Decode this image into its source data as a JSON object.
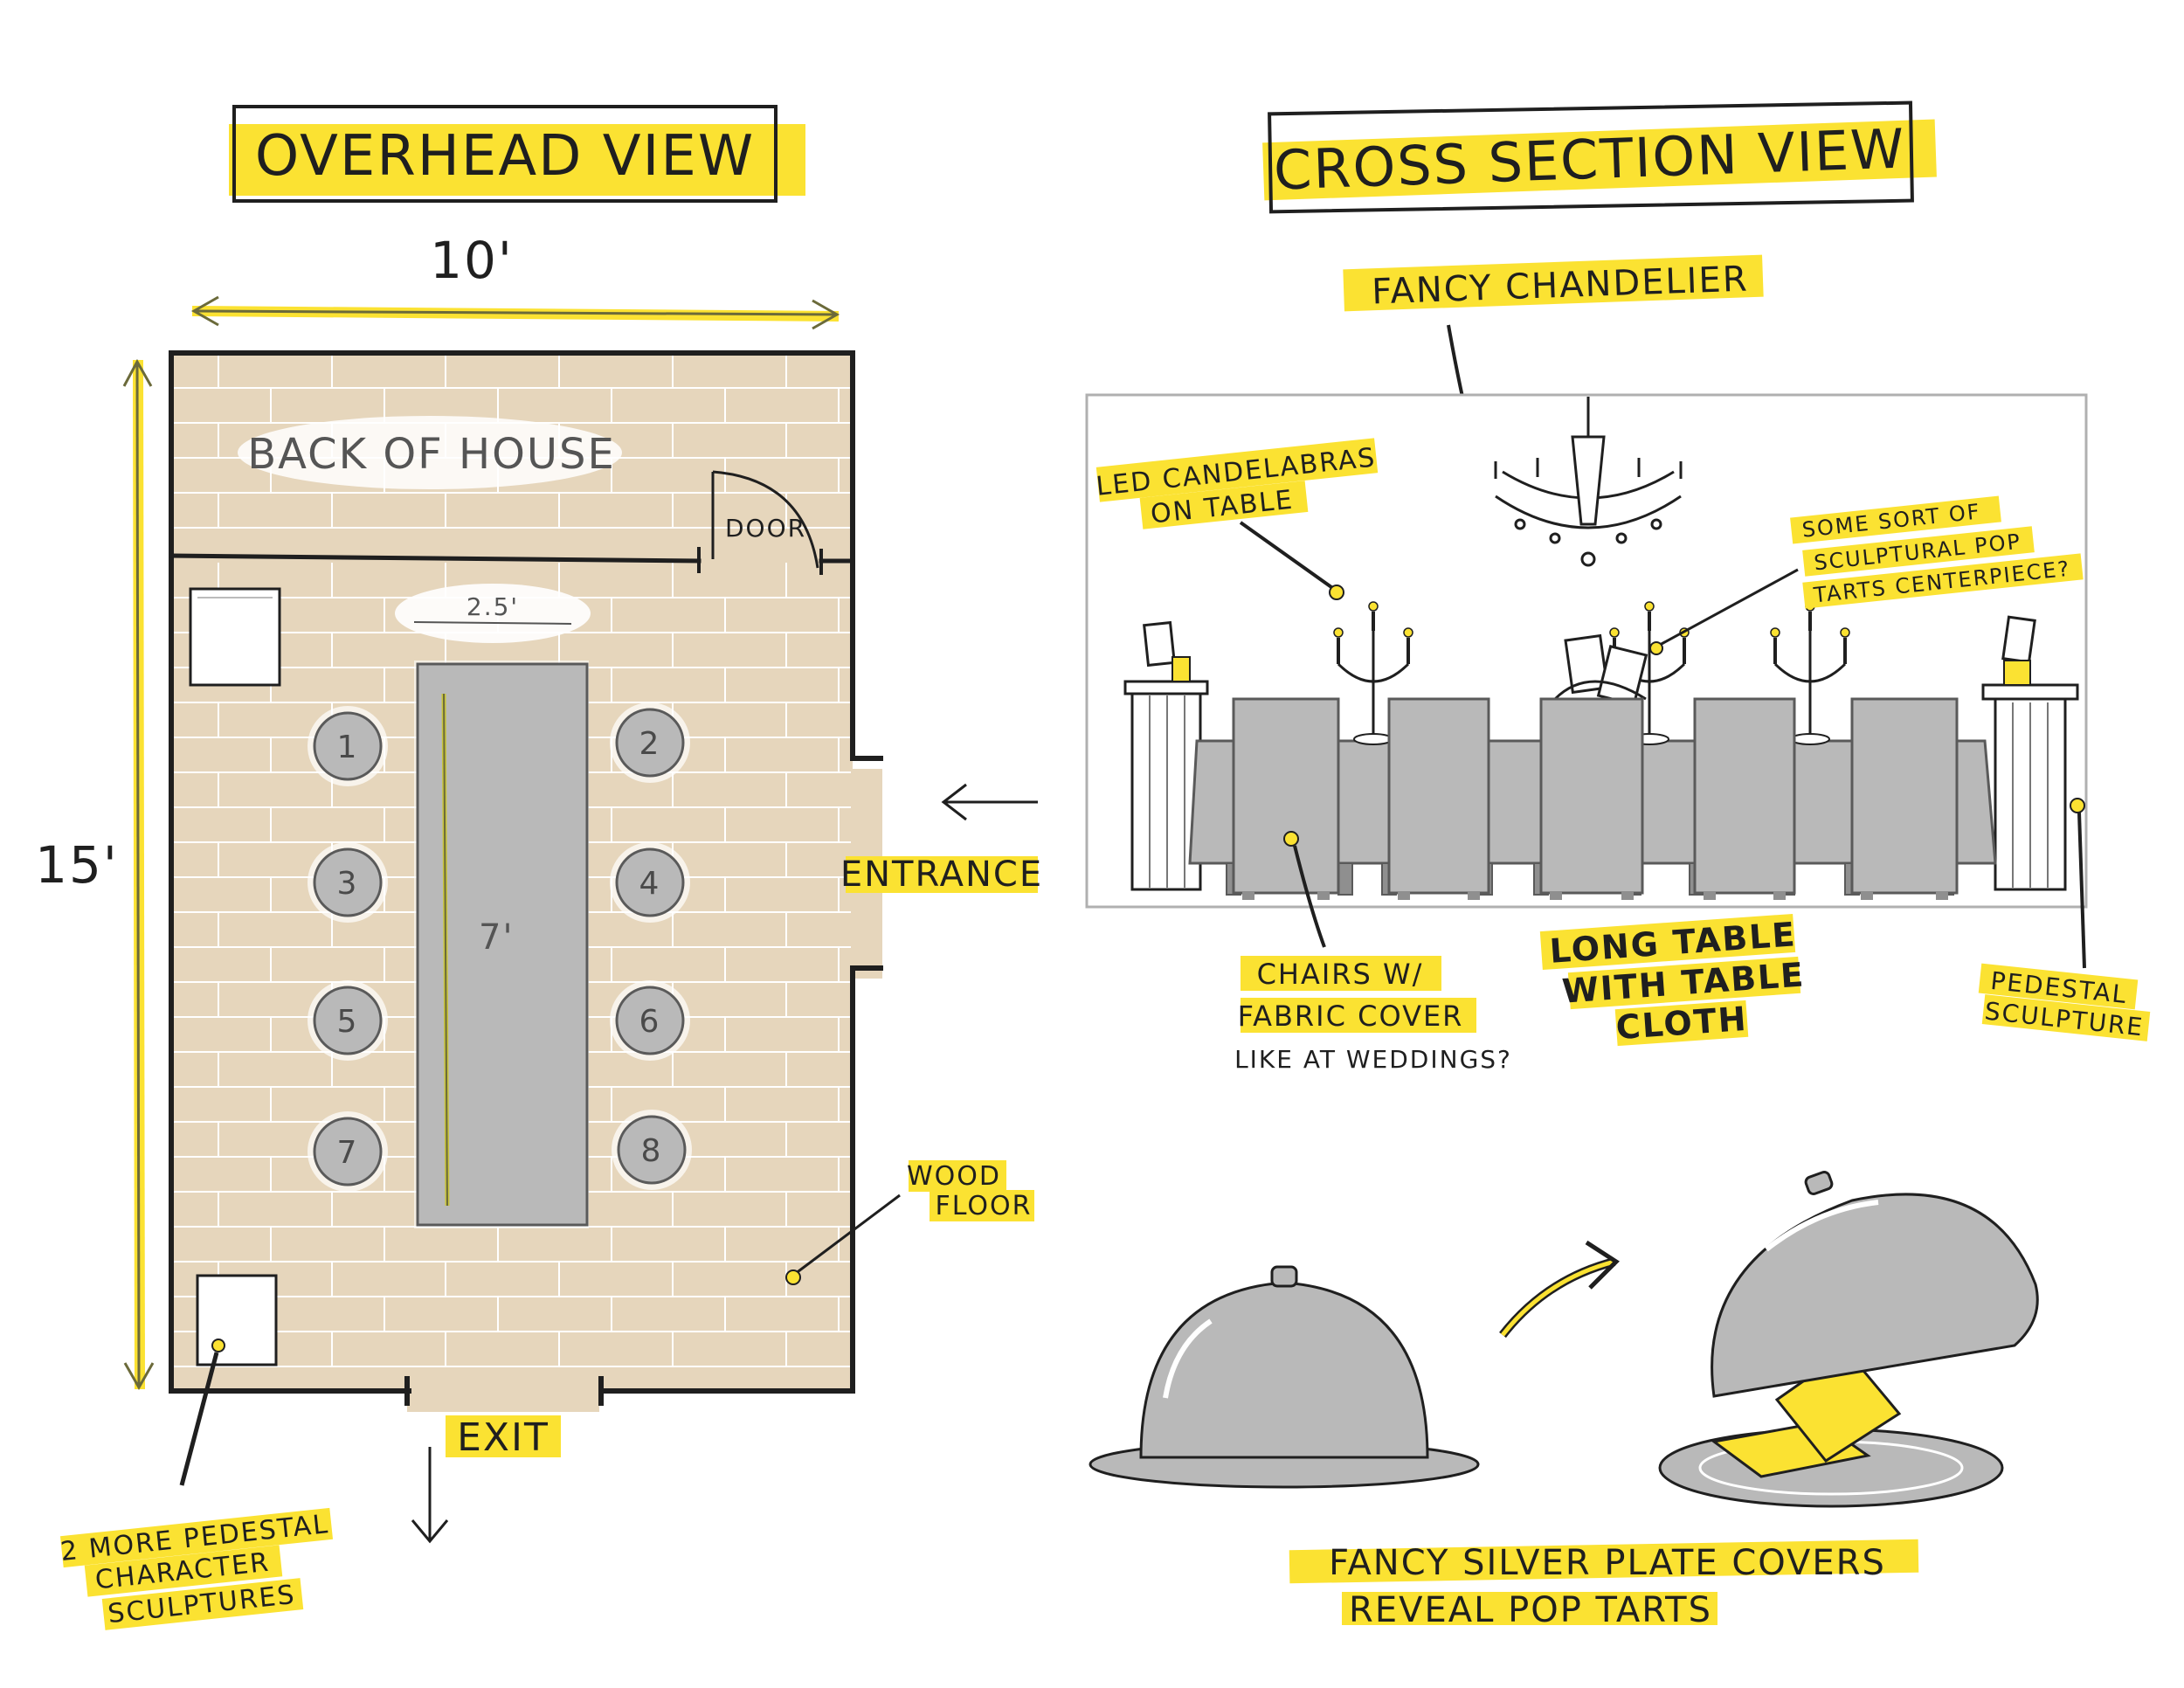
{
  "overhead": {
    "title": "OVERHEAD VIEW",
    "width_label": "10'",
    "height_label": "15'",
    "back_of_house": "BACK OF HOUSE",
    "door": "DOOR",
    "table_width": "2.5'",
    "table_length": "7'",
    "seats": [
      "1",
      "2",
      "3",
      "4",
      "5",
      "6",
      "7",
      "8"
    ],
    "entrance": "ENTRANCE",
    "exit": "EXIT",
    "wood_floor": [
      "WOOD",
      "FLOOR"
    ],
    "pedestal_note": [
      "2 MORE PEDESTAL",
      "CHARACTER",
      "SCULPTURES"
    ]
  },
  "cross_section": {
    "title": "CROSS SECTION VIEW",
    "chandelier": "FANCY CHANDELIER",
    "candelabras": [
      "LED CANDELABRAS",
      "ON TABLE"
    ],
    "centerpiece": [
      "SOME SORT OF",
      "SCULPTURAL POP",
      "TARTS CENTERPIECE?"
    ],
    "chairs": [
      "CHAIRS W/",
      "FABRIC COVER",
      "LIKE AT WEDDINGS?"
    ],
    "long_table": [
      "LONG TABLE",
      "WITH TABLE",
      "CLOTH"
    ],
    "pedestal": [
      "PEDESTAL",
      "SCULPTURE"
    ]
  },
  "plate_covers": {
    "caption": [
      "FANCY SILVER PLATE COVERS",
      "REVEAL POP TARTS"
    ]
  },
  "colors": {
    "highlight": "#fbe232",
    "floor": "#e6d6bc",
    "gray": "#b9b9b9",
    "ink": "#1f1f1f"
  }
}
